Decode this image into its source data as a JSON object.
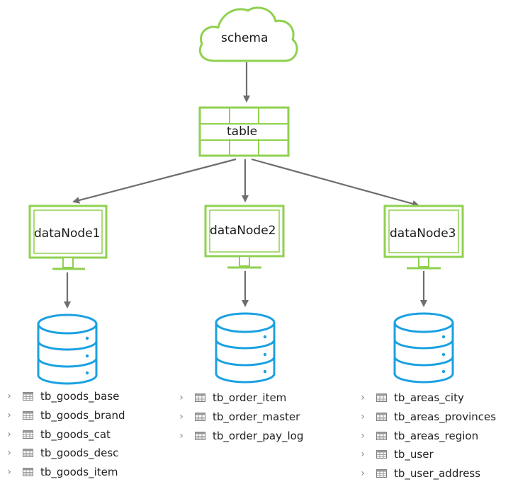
{
  "diagram": {
    "schema_label": "schema",
    "table_label": "table",
    "nodes": [
      {
        "label": "dataNode1",
        "tables": [
          "tb_goods_base",
          "tb_goods_brand",
          "tb_goods_cat",
          "tb_goods_desc",
          "tb_goods_item"
        ]
      },
      {
        "label": "dataNode2",
        "tables": [
          "tb_order_item",
          "tb_order_master",
          "tb_order_pay_log"
        ]
      },
      {
        "label": "dataNode3",
        "tables": [
          "tb_areas_city",
          "tb_areas_provinces",
          "tb_areas_region",
          "tb_user",
          "tb_user_address"
        ]
      }
    ],
    "colors": {
      "green": "#8fd14f",
      "blue": "#1ba1e2",
      "arrow": "#6e6e6e"
    }
  }
}
